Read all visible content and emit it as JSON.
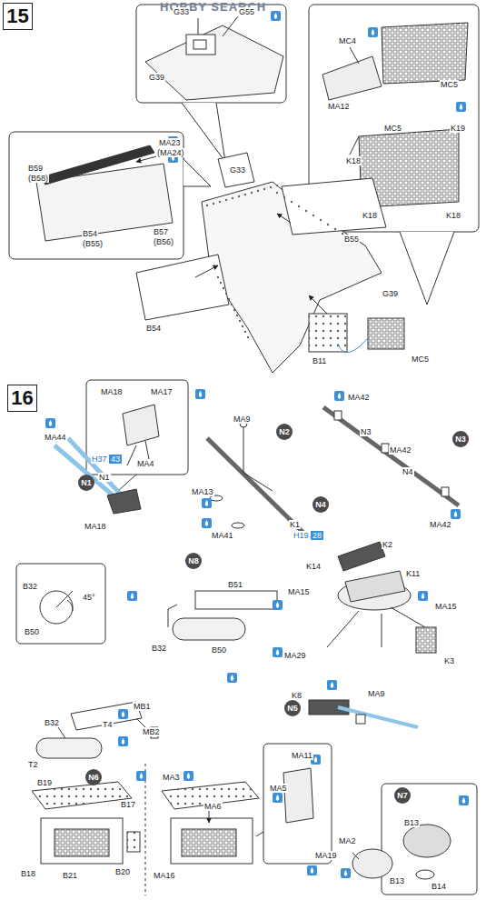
{
  "diagram": {
    "nodes": [
      {
        "text": [
          "15"
        ]
      },
      {
        "text": [
          "16"
        ]
      },
      {
        "text": [
          "N1"
        ]
      },
      {
        "text": [
          "N2"
        ]
      },
      {
        "text": [
          "N3"
        ]
      },
      {
        "text": [
          "N4"
        ]
      },
      {
        "text": [
          "N8"
        ]
      },
      {
        "text": [
          "N5"
        ]
      },
      {
        "text": [
          "N6"
        ]
      },
      {
        "text": [
          "N7"
        ]
      }
    ],
    "labels": [
      "HOBBY SEARCH",
      "G33",
      "G55",
      "G39",
      "MC4",
      "MC5",
      "MA12",
      "MC5",
      "K19",
      "K18",
      "K18",
      "K18",
      "MA23",
      "(MA24)",
      "B59",
      "(B58)",
      "B54",
      "(B55)",
      "B57",
      "(B56)",
      "G33",
      "B55",
      "G39",
      "B54",
      "B11",
      "MC5",
      "MA18",
      "MA17",
      "MA4",
      "MA44",
      "H37",
      "43",
      "N1",
      "MA18",
      "MA9",
      "MA13",
      "MA41",
      "K1",
      "H19",
      "28",
      "MA42",
      "N3",
      "MA42",
      "N4",
      "MA42",
      "K2",
      "K14",
      "K11",
      "MA15",
      "MA15",
      "MA29",
      "K3",
      "K8",
      "MA9",
      "B32",
      "45°",
      "B50",
      "B51",
      "B32",
      "B50",
      "MB1",
      "MB2",
      "B32",
      "T4",
      "T2",
      "B19",
      "B17",
      "B18",
      "B21",
      "B20",
      "MA3",
      "MA6",
      "MA16",
      "MA11",
      "MA5",
      "MA19",
      "MA2",
      "B13",
      "B13",
      "B14"
    ]
  }
}
